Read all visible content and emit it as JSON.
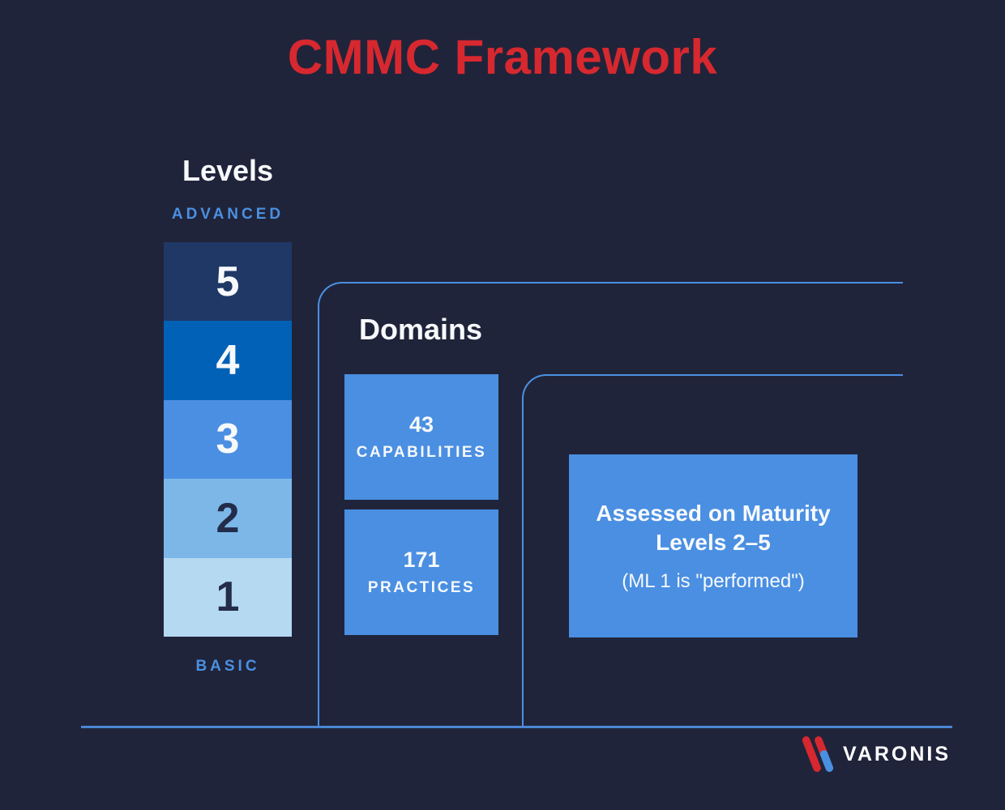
{
  "title": "CMMC Framework",
  "colors": {
    "bg": "#20243a",
    "red": "#d7282f",
    "accent-blue": "#4a90e2",
    "box-blue": "#4a8fe2",
    "line-blue": "#4a86d4",
    "white": "#f7f9fc",
    "dark-number": "#232c49"
  },
  "levels": {
    "heading": "Levels",
    "top_label": "ADVANCED",
    "bottom_label": "BASIC",
    "items": [
      {
        "number": "5",
        "color": "#1f3866",
        "text_color": "#f7f9fc"
      },
      {
        "number": "4",
        "color": "#0061b6",
        "text_color": "#f7f9fc"
      },
      {
        "number": "3",
        "color": "#4a8fe2",
        "text_color": "#f7f9fc"
      },
      {
        "number": "2",
        "color": "#7cb7e8",
        "text_color": "#232c49"
      },
      {
        "number": "1",
        "color": "#b4d9f1",
        "text_color": "#232c49"
      }
    ]
  },
  "domains": {
    "heading": "Domains",
    "capabilities": {
      "value": "43",
      "label": "CAPABILITIES"
    },
    "practices": {
      "value": "171",
      "label": "PRACTICES"
    },
    "assessment": {
      "line1": "Assessed on Maturity",
      "line2": "Levels 2–5",
      "note": "(ML 1 is \"performed\")"
    }
  },
  "footer": {
    "brand": "VARONIS"
  }
}
